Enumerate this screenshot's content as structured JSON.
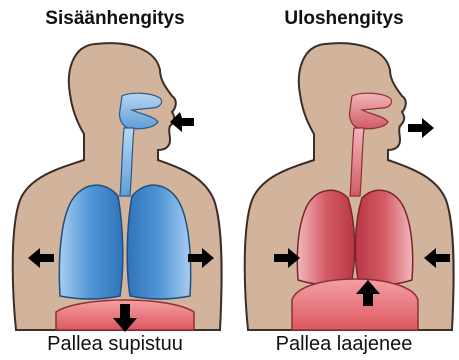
{
  "panels": [
    {
      "title": "Sisäänhengitys",
      "caption": "Pallea supistuu",
      "airway_color": "#6fa8dc",
      "lung_color": "#3d86cc"
    },
    {
      "title": "Uloshengitys",
      "caption": "Pallea laajenee",
      "airway_color": "#e07a80",
      "lung_color": "#c8404c"
    }
  ],
  "colors": {
    "skin": "#d2b39b",
    "skin_outline": "#3a2e28",
    "diaphragm": "#e06a6e",
    "arrow": "#000000"
  }
}
